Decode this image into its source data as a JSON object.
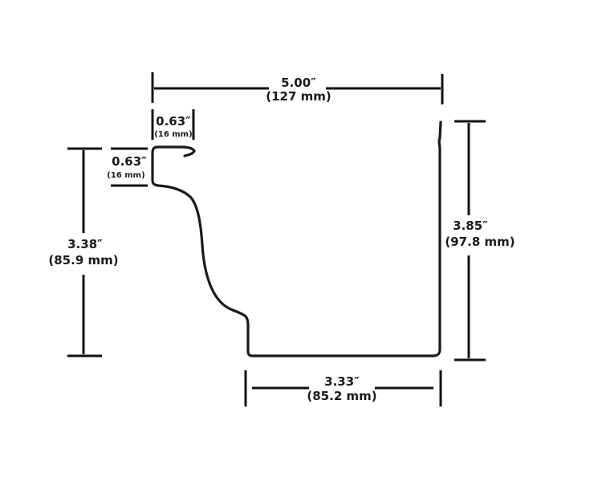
{
  "dimensions": {
    "top_width": {
      "inches": "5.00″",
      "mm": "(127 mm)"
    },
    "lip_width": {
      "inches": "0.63″",
      "mm": "(16 mm)"
    },
    "lip_height": {
      "inches": "0.63″",
      "mm": "(16 mm)"
    },
    "front_height": {
      "inches": "3.38″",
      "mm": "(85.9 mm)"
    },
    "back_height": {
      "inches": "3.85″",
      "mm": "(97.8 mm)"
    },
    "bottom_width": {
      "inches": "3.33″",
      "mm": "(85.2 mm)"
    }
  }
}
